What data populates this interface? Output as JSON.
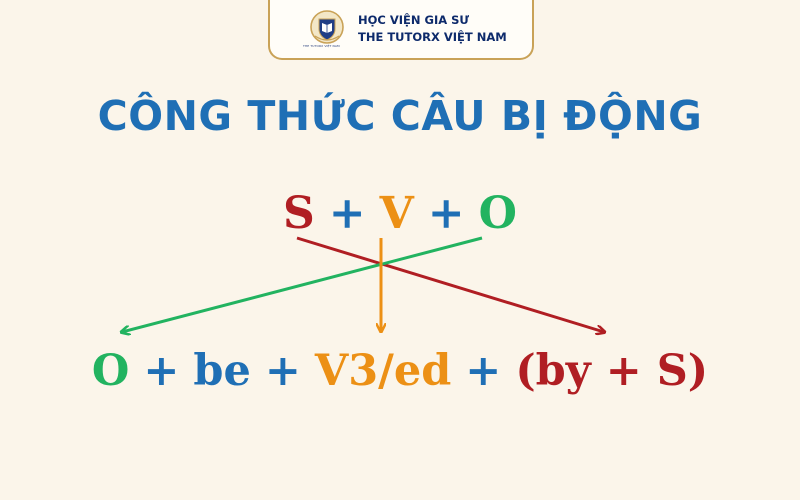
{
  "header": {
    "brand_line1": "HỌC VIỆN GIA SƯ",
    "brand_line2": "THE TUTORX VIỆT NAM",
    "logo_caption": "THE TUTORX VIỆT NAM",
    "logo_icon": "shield-book-emblem"
  },
  "title": "CÔNG THỨC CÂU BỊ ĐỘNG",
  "active_formula": {
    "s": "S",
    "plus1": "+",
    "v": "V",
    "plus2": "+",
    "o": "O"
  },
  "passive_formula": {
    "o": "O",
    "plus1": "+",
    "be": "be",
    "plus2": "+",
    "v3": "V3/ed",
    "plus3": "+",
    "by_s": "(by + S)"
  },
  "colors": {
    "subject": "#b01e23",
    "verb": "#ec9015",
    "object": "#22b360",
    "be_and_operators": "#1f6fb5",
    "title": "#1f6fb5",
    "background": "#fbf5ea",
    "header_border": "#c9a257"
  },
  "arrows": [
    {
      "from": "O",
      "to": "O",
      "color": "object"
    },
    {
      "from": "V",
      "to": "V3/ed",
      "color": "verb"
    },
    {
      "from": "S",
      "to": "(by + S)",
      "color": "subject"
    }
  ]
}
